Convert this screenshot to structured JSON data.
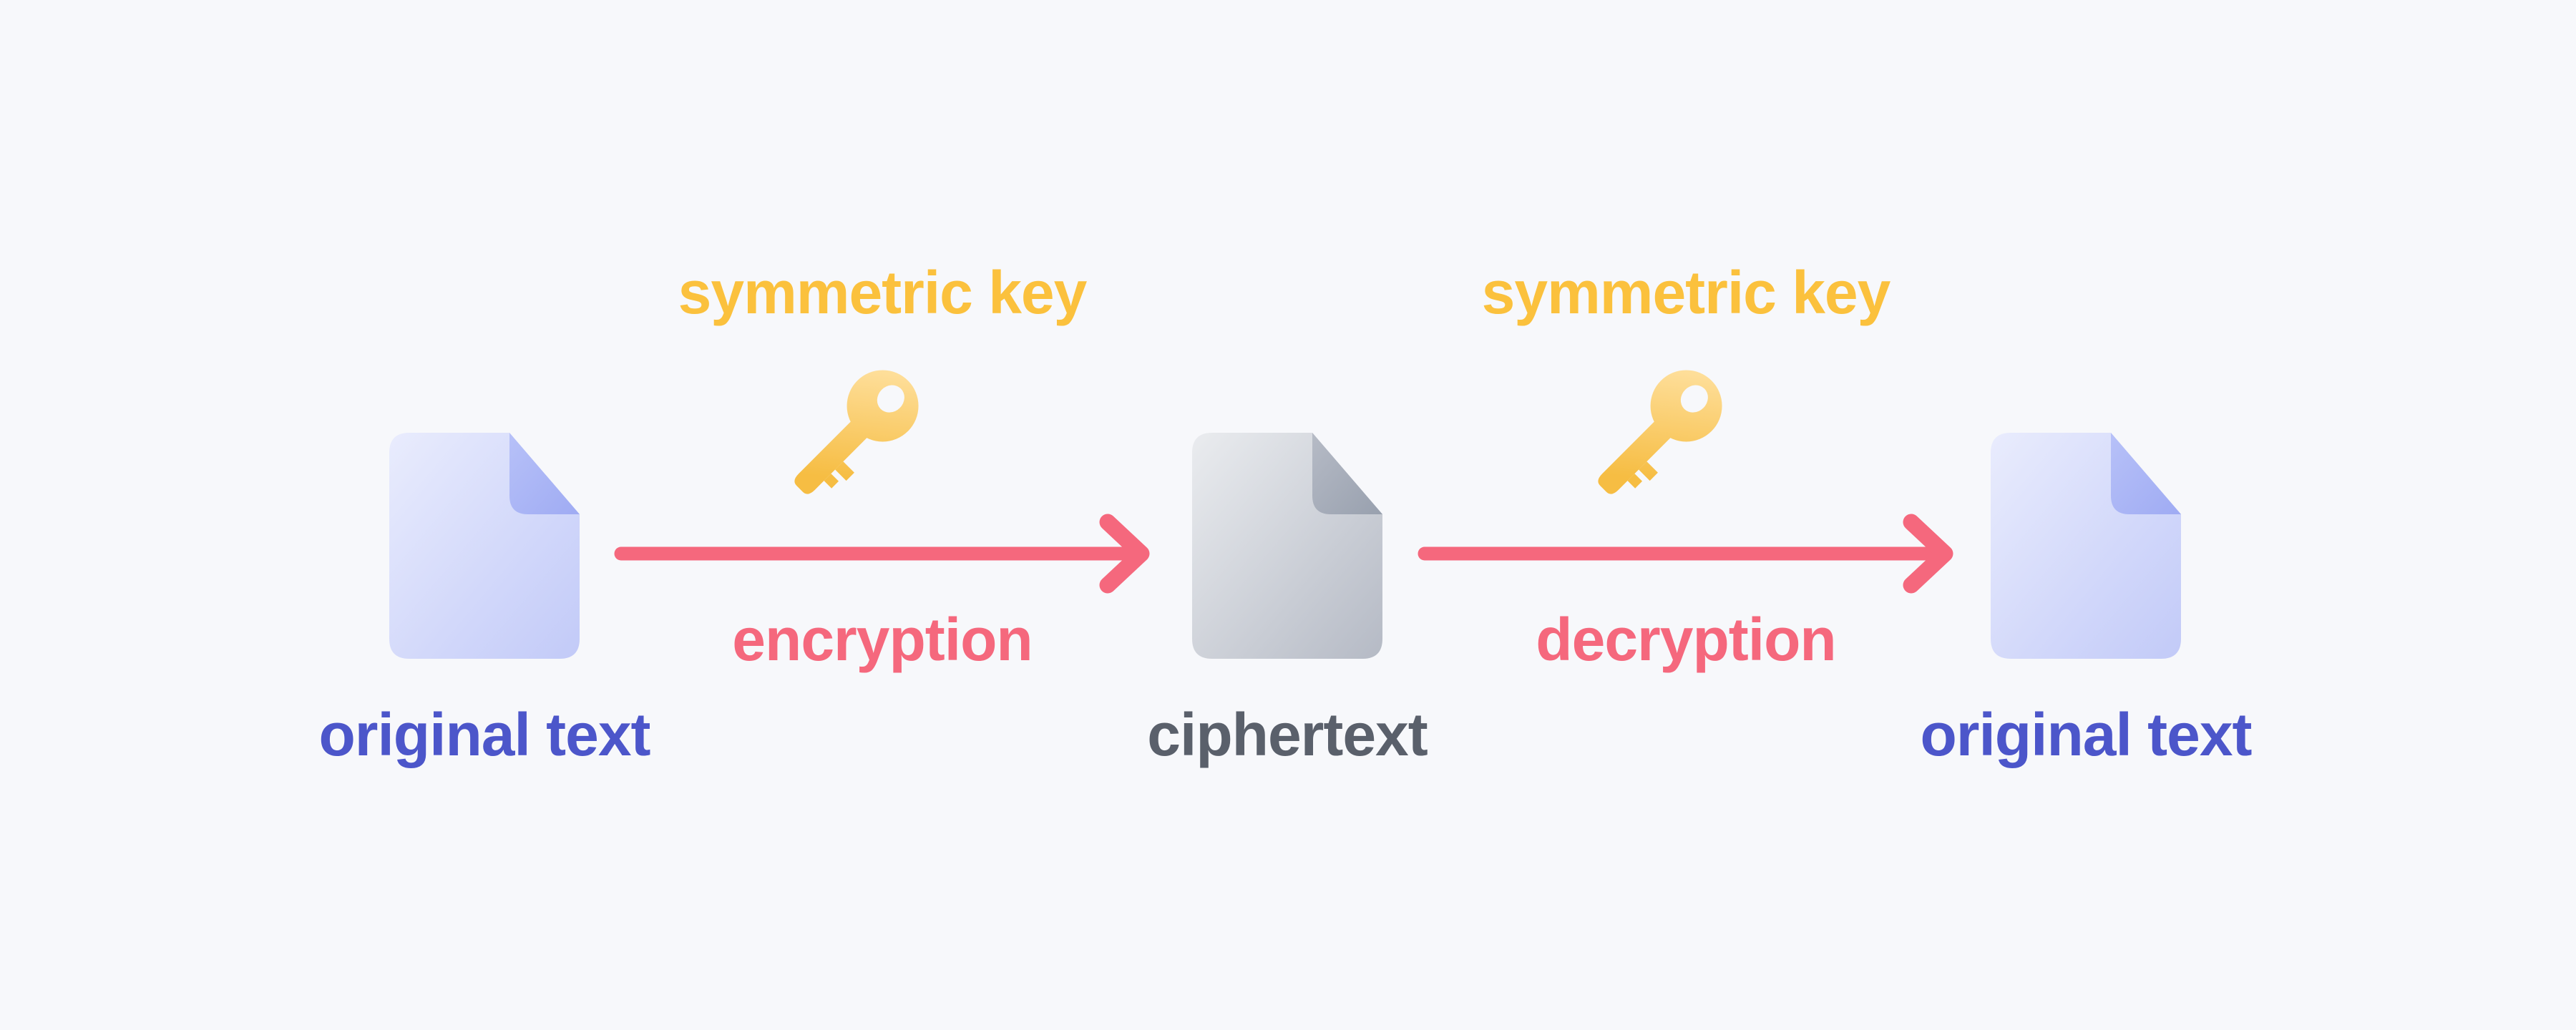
{
  "diagram": {
    "title_implicit": "symmetric encryption flow",
    "background": "#f7f8fb",
    "nodes": [
      {
        "id": "original-text-left",
        "icon": "document-icon",
        "icon_theme": "lavender",
        "label": "original text",
        "label_color": "#4c56ca"
      },
      {
        "id": "ciphertext",
        "icon": "document-icon",
        "icon_theme": "gray",
        "label": "ciphertext",
        "label_color": "#5a606b"
      },
      {
        "id": "original-text-right",
        "icon": "document-icon",
        "icon_theme": "lavender",
        "label": "original text",
        "label_color": "#4c56ca"
      }
    ],
    "transitions": [
      {
        "id": "encryption",
        "key_label": "symmetric key",
        "key_icon": "key-icon",
        "arrow_icon": "arrow-right-icon",
        "process_label": "encryption"
      },
      {
        "id": "decryption",
        "key_label": "symmetric key",
        "key_icon": "key-icon",
        "arrow_icon": "arrow-right-icon",
        "process_label": "decryption"
      }
    ],
    "palette": {
      "background": "#f7f8fb",
      "key_text": "#fbc13d",
      "key_gradient": [
        "#ffe3a6",
        "#f6bd43"
      ],
      "arrow": "#f5687d",
      "process_text": "#f5687d",
      "lavender_doc_gradient": [
        "#e9ecfd",
        "#c2caf8"
      ],
      "lavender_fold_gradient": [
        "#b7c1f8",
        "#9fabf3"
      ],
      "gray_doc_gradient": [
        "#eaecef",
        "#b5bac5"
      ],
      "gray_fold_gradient": [
        "#b6bbc6",
        "#98a0ae"
      ],
      "plaintext_label": "#4c56ca",
      "ciphertext_label": "#5a606b"
    }
  }
}
